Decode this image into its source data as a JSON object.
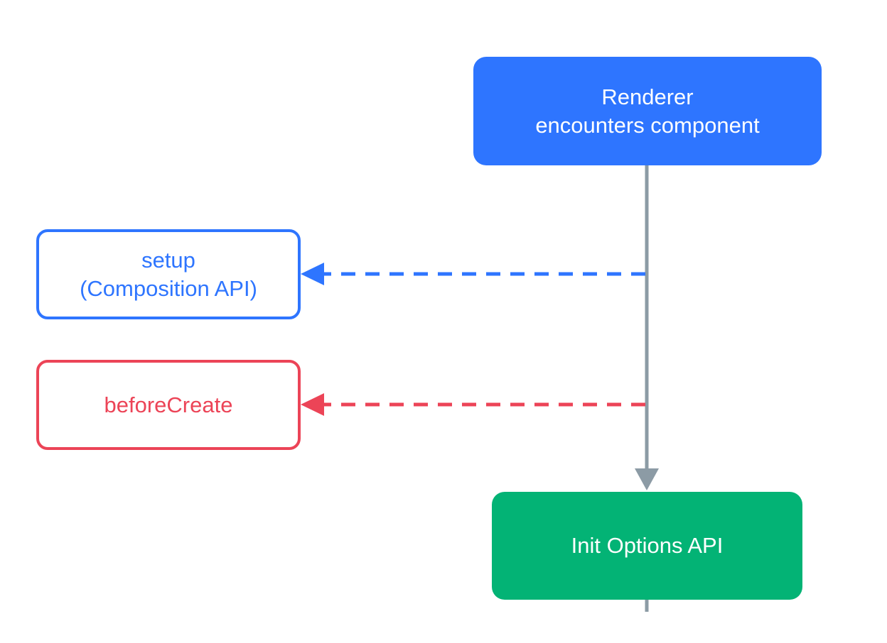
{
  "colors": {
    "primary": "#2e75ff",
    "danger": "#ec4457",
    "success": "#03b375",
    "connector": "#8c9ba5",
    "white": "#ffffff"
  },
  "nodes": {
    "renderer": {
      "line1": "Renderer",
      "line2": "encounters component"
    },
    "setup": {
      "line1": "setup",
      "line2": "(Composition API)"
    },
    "before_create": {
      "label": "beforeCreate"
    },
    "init_options": {
      "label": "Init Options API"
    }
  }
}
